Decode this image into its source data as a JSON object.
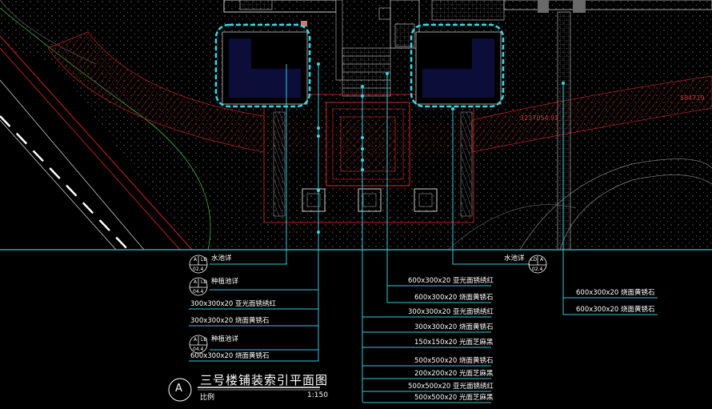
{
  "drawing": {
    "title": "三号楼铺装索引平面图",
    "title_marker": "A",
    "scale_label": "比例",
    "scale_value": "1:150"
  },
  "detail_tags": [
    {
      "top": "A",
      "right": "LD",
      "bottom": "02.4"
    },
    {
      "top": "A",
      "right": "LD",
      "bottom": "04.4"
    },
    {
      "top": "A",
      "right": "LD",
      "bottom": "04.4"
    },
    {
      "top": "LD",
      "right": "A",
      "bottom": "02.4"
    }
  ],
  "left_callouts": [
    "水池详",
    "种植池详",
    "300x300x20  亚光面锈绣红",
    "300x300x20  烧面黄锈石",
    "种植池详",
    "600x300x20  烧面黄锈石"
  ],
  "center_callouts": [
    "600x300x20  亚光面锈绣红",
    "600x300x20  烧面黄锈石",
    "300x300x20  亚光面锈绣红",
    "300x300x20  烧面黄锈石",
    "150x150x20  光面芝麻黑",
    "500x500x20  烧面黄锈石",
    "200x200x20  光面芝麻黑",
    "500x500x20  亚光面锈绣红",
    "500x500x20  光面芝麻黑"
  ],
  "right_callouts": [
    "水池详",
    "600x300x20  烧面黄锈石",
    "600x300x20  烧面黄锈石"
  ],
  "plan_dimensions": [
    "3237054.92",
    "584719"
  ],
  "colors": {
    "background": "#000000",
    "leader_line": "#35c9d6",
    "red_line": "#b02020",
    "cyan_highlight": "#37d8e6",
    "text": "#ffffff"
  }
}
